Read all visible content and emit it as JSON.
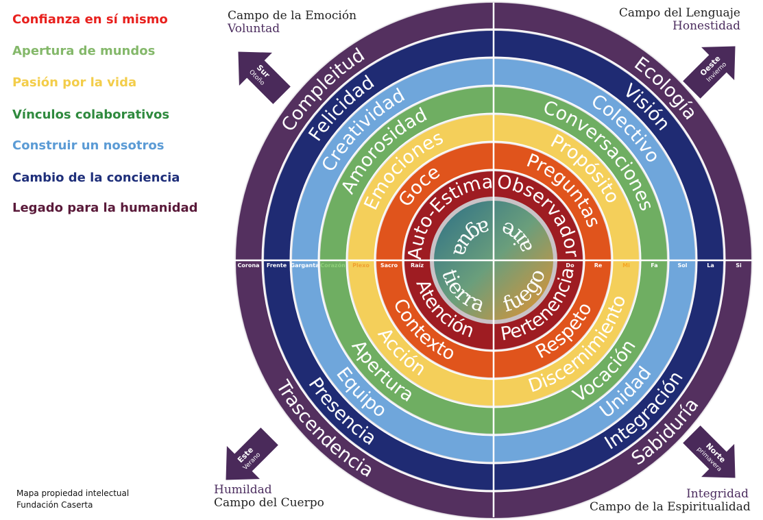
{
  "legend": [
    {
      "label": "Confianza en sí mismo",
      "color": "#e8201d"
    },
    {
      "label": "Apertura de mundos",
      "color": "#84b86a"
    },
    {
      "label": "Pasión por la vida",
      "color": "#f3cd4a"
    },
    {
      "label": "Vínculos colaborativos",
      "color": "#2f8a3e"
    },
    {
      "label": "Construir un nosotros",
      "color": "#5b9bd5"
    },
    {
      "label": "Cambio de la conciencia",
      "color": "#1f2f7a"
    },
    {
      "label": "Legado para la humanidad",
      "color": "#5a1a3a"
    }
  ],
  "credit": {
    "line1": "Mapa propiedad intelectual",
    "line2": "Fundación Caserta"
  },
  "fields": {
    "top_left": {
      "title": "Campo de la Emoción",
      "sub": "Voluntad"
    },
    "top_right": {
      "title": "Campo del Lenguaje",
      "sub": "Honestidad"
    },
    "bottom_left": {
      "sub": "Humildad",
      "title": "Campo del Cuerpo"
    },
    "bottom_right": {
      "sub": "Integridad",
      "title": "Campo de la Espiritualidad"
    }
  },
  "directions": {
    "sur": {
      "name": "Sur",
      "season": "Otoño"
    },
    "oeste": {
      "name": "Oeste",
      "season": "Invierno"
    },
    "este": {
      "name": "Este",
      "season": "Verano"
    },
    "norte": {
      "name": "Norte",
      "season": "primavera"
    }
  },
  "rings": [
    {
      "color": "#54305f",
      "tl": "Compleitud",
      "tr": "Ecología",
      "bl": "Trascendencia",
      "br": "Sabiduría"
    },
    {
      "color": "#1f2b73",
      "tl": "Felicidad",
      "tr": "Visión",
      "bl": "Presencia",
      "br": "Integración"
    },
    {
      "color": "#6fa6db",
      "tl": "Creatividad",
      "tr": "Colectivo",
      "bl": "Equipo",
      "br": "Unidad"
    },
    {
      "color": "#6fae62",
      "tl": "Amorosidad",
      "tr": "Conversaciones",
      "bl": "Apertura",
      "br": "Vocación"
    },
    {
      "color": "#f4cf5a",
      "tl": "Emociones",
      "tr": "Propósito",
      "bl": "Acción",
      "br": "Discernimiento"
    },
    {
      "color": "#e0541c",
      "tl": "Goce",
      "tr": "Preguntas",
      "bl": "Contexto",
      "br": "Respeto"
    },
    {
      "color": "#9e1c22",
      "tl": "Auto-Estima",
      "tr": "Observador",
      "bl": "Atención",
      "br": "Pertenencia"
    }
  ],
  "elements": {
    "tl": "agua",
    "tr": "aire",
    "bl": "tierra",
    "br": "fuego"
  },
  "chakras_left": [
    "Corona",
    "Frente",
    "Garganta",
    "Corazón",
    "Plexo",
    "Sacro",
    "Raíz"
  ],
  "chakras_right": [
    "Do",
    "Re",
    "Mi",
    "Fa",
    "Sol",
    "La",
    "Si"
  ],
  "colors": {
    "purple": "#54305f",
    "arrow": "#4a2a5a",
    "center_teal": "#3f8f8a",
    "center_orange": "#e39a3a"
  }
}
